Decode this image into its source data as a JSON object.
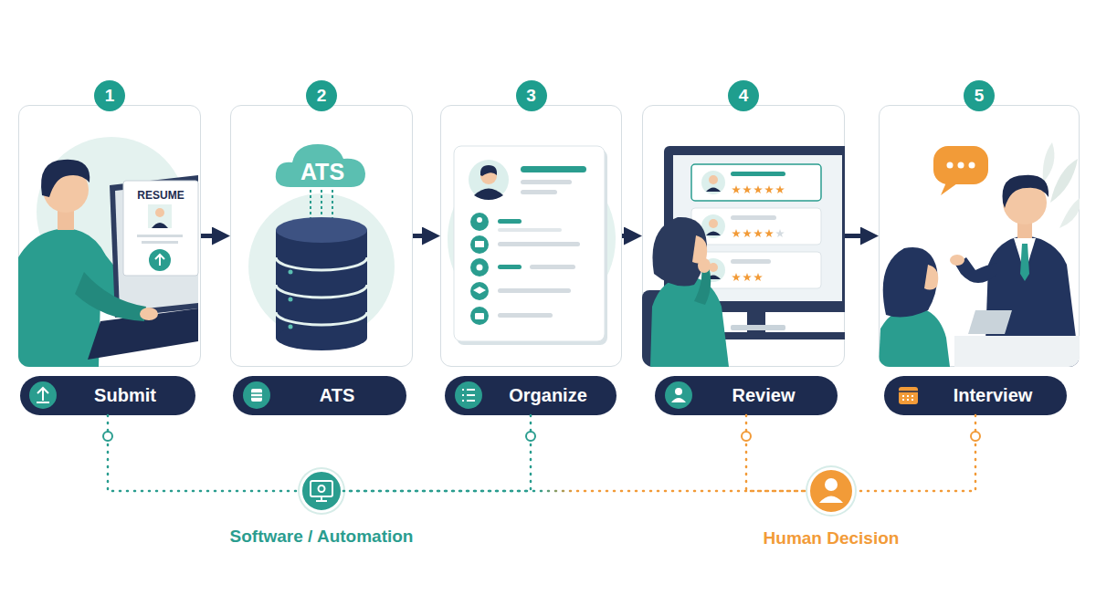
{
  "diagram": {
    "nodes": [
      {
        "text": [
          "1"
        ]
      },
      {
        "text": [
          "2"
        ]
      },
      {
        "text": [
          "3"
        ]
      },
      {
        "text": [
          "4"
        ]
      },
      {
        "text": [
          "5"
        ]
      },
      {
        "text": [
          "Submit"
        ]
      },
      {
        "text": [
          "ATS"
        ]
      },
      {
        "text": [
          "Organize"
        ]
      },
      {
        "text": [
          "Review"
        ]
      },
      {
        "text": [
          "Interview"
        ]
      },
      {
        "text": [
          "Software / Automation"
        ]
      },
      {
        "text": [
          "Human Decision"
        ]
      }
    ],
    "edges": [
      {
        "from": 0,
        "to": 1,
        "arrow": "to"
      },
      {
        "from": 1,
        "to": 2,
        "arrow": "to"
      },
      {
        "from": 2,
        "to": 3,
        "arrow": "to"
      },
      {
        "from": 3,
        "to": 4,
        "arrow": "to"
      },
      {
        "from": 5,
        "to": 10,
        "arrow": "none"
      },
      {
        "from": 7,
        "to": 10,
        "arrow": "none"
      },
      {
        "from": 10,
        "to": 11,
        "arrow": "none"
      },
      {
        "from": 8,
        "to": 11,
        "arrow": "none"
      },
      {
        "from": 9,
        "to": 11,
        "arrow": "none"
      }
    ],
    "labels": [
      "RESUME",
      "ATS"
    ]
  }
}
